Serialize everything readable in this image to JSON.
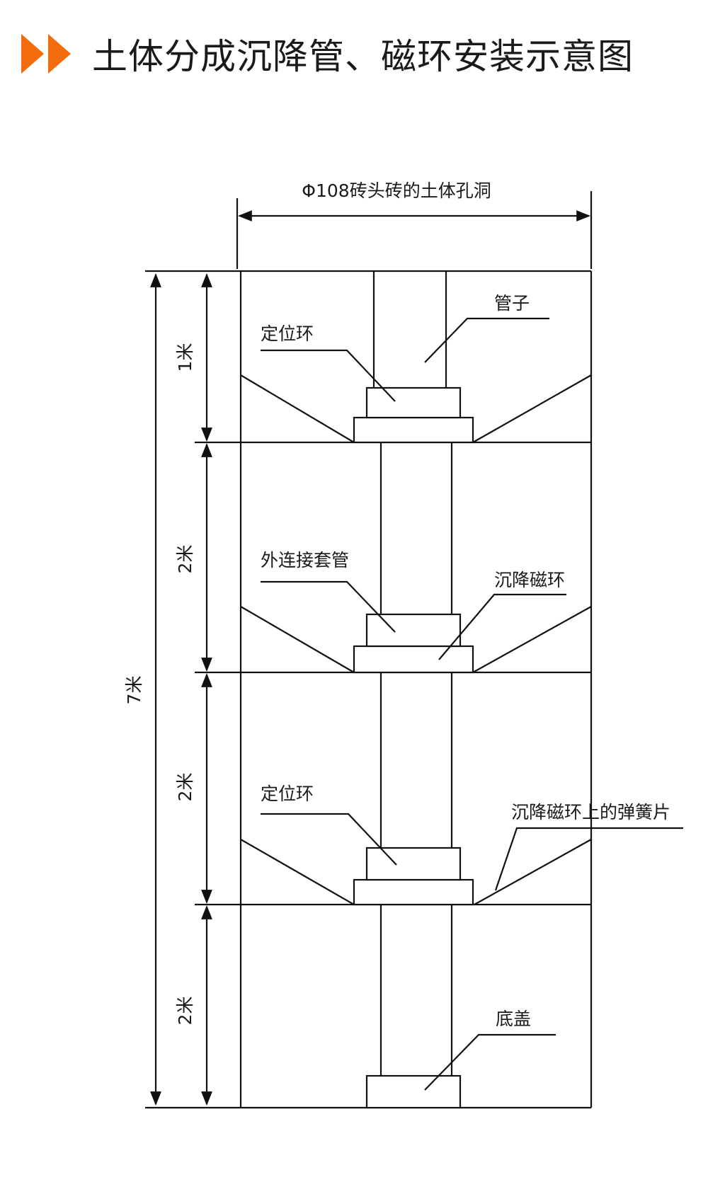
{
  "header": {
    "title": "土体分成沉降管、磁环安装示意图",
    "accent_color": "#F26C0D",
    "icon": "double-arrow-icon"
  },
  "diagram": {
    "hole_label": "Φ108砖头砖的土体孔洞",
    "total_depth": "7米",
    "segments": [
      "1米",
      "2米",
      "2米",
      "2米"
    ],
    "labels": {
      "pipe": "管子",
      "positioning_ring_1": "定位环",
      "coupling_sleeve": "外连接套管",
      "settlement_ring": "沉降磁环",
      "positioning_ring_2": "定位环",
      "spring_plate": "沉降磁环上的弹簧片",
      "bottom_cap": "底盖"
    }
  }
}
